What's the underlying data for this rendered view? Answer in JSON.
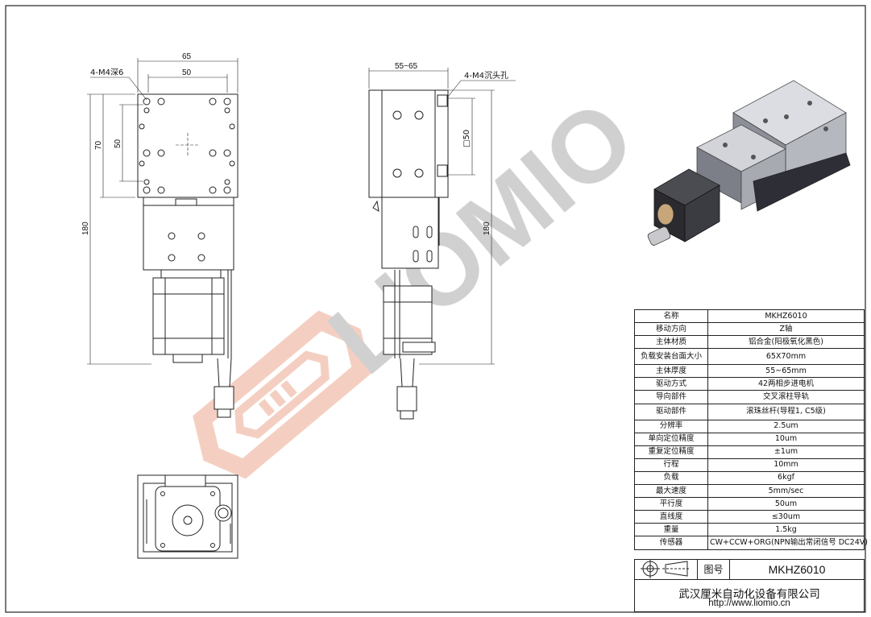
{
  "watermark": {
    "brand": "LIOMIO",
    "color": "#c8c8c8",
    "accent": "#f2c7b6"
  },
  "front_view": {
    "dims": {
      "width_outer": "65",
      "width_inner": "50",
      "height_outer": "70",
      "height_inner": "50",
      "total_height": "180",
      "hole_note": "4-M4深6"
    }
  },
  "side_view": {
    "dims": {
      "thickness": "55~65",
      "hole_note": "4-M4沉头孔",
      "square": "□50",
      "total_height": "180"
    }
  },
  "spec_table": {
    "rows": [
      {
        "key": "名称",
        "value": "MKHZ6010"
      },
      {
        "key": "移动方向",
        "value": "Z轴"
      },
      {
        "key": "主体材质",
        "value": "铝合金(阳极氧化黑色)"
      },
      {
        "key": "负载安装台面大小",
        "value": "65X70mm"
      },
      {
        "key": "主体厚度",
        "value": "55~65mm"
      },
      {
        "key": "驱动方式",
        "value": "42两相步进电机"
      },
      {
        "key": "导向部件",
        "value": "交叉滚柱导轨"
      },
      {
        "key": "驱动部件",
        "value": "滚珠丝杆(导程1, C5级)"
      },
      {
        "key": "分辨率",
        "value": "2.5um"
      },
      {
        "key": "单向定位精度",
        "value": "10um"
      },
      {
        "key": "重复定位精度",
        "value": "±1um"
      },
      {
        "key": "行程",
        "value": "10mm"
      },
      {
        "key": "负载",
        "value": "6kgf"
      },
      {
        "key": "最大速度",
        "value": "5mm/sec"
      },
      {
        "key": "平行度",
        "value": "50um"
      },
      {
        "key": "直线度",
        "value": "≤30um"
      },
      {
        "key": "重量",
        "value": "1.5kg"
      },
      {
        "key": "传感器",
        "value": "CW+CCW+ORG(NPN输出常闭信号 DC24V)"
      }
    ]
  },
  "title_block": {
    "drawing_label": "图号",
    "drawing_number": "MKHZ6010",
    "company": "武汉厘米自动化设备有限公司",
    "url": "http://www.liomio.cn"
  }
}
